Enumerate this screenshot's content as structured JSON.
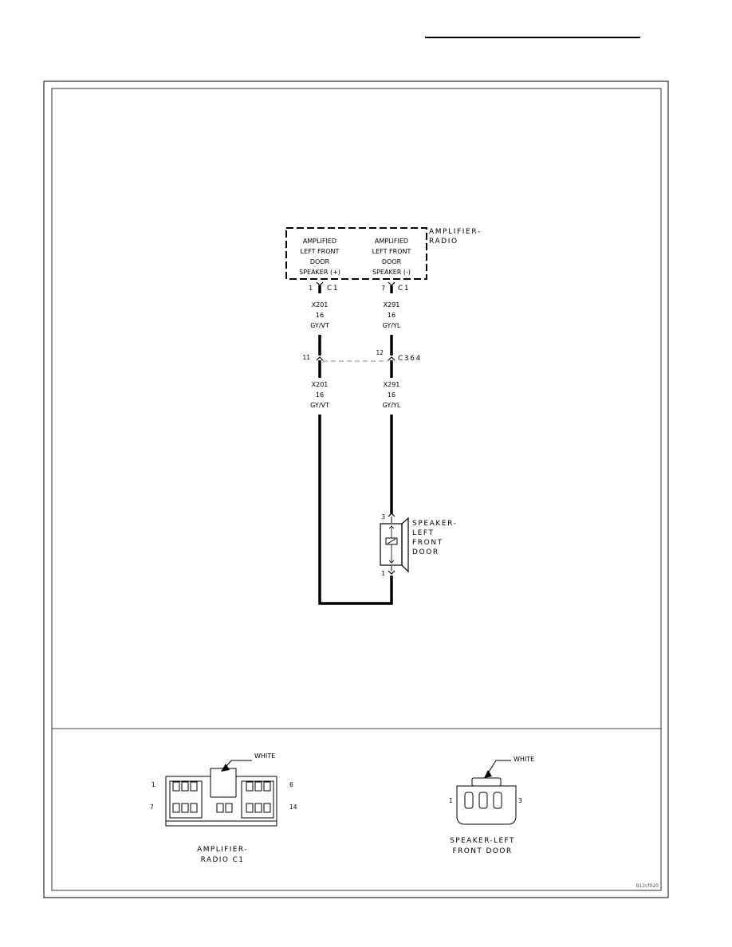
{
  "amplifier": {
    "name_line1": "AMPLIFIER-",
    "name_line2": "RADIO",
    "terminal_left": [
      "AMPLIFIED",
      "LEFT FRONT",
      "DOOR",
      "SPEAKER (+)"
    ],
    "terminal_right": [
      "AMPLIFIED",
      "LEFT FRONT",
      "DOOR",
      "SPEAKER (-)"
    ],
    "pin_left": "1",
    "pin_right": "7",
    "connector": "C1"
  },
  "wires": {
    "left_upper": {
      "circuit": "X201",
      "gauge": "16",
      "color": "GY/VT"
    },
    "right_upper": {
      "circuit": "X291",
      "gauge": "16",
      "color": "GY/YL"
    },
    "left_lower": {
      "circuit": "X201",
      "gauge": "16",
      "color": "GY/VT"
    },
    "right_lower": {
      "circuit": "X291",
      "gauge": "16",
      "color": "GY/YL"
    }
  },
  "inline_connector": {
    "name": "C364",
    "pin_left": "11",
    "pin_right": "12"
  },
  "speaker": {
    "name": [
      "SPEAKER-",
      "LEFT",
      "FRONT",
      "DOOR"
    ],
    "pin_top": "3",
    "pin_bottom": "1"
  },
  "views": {
    "amp_c1": {
      "caption_line1": "AMPLIFIER-",
      "caption_line2": "RADIO C1",
      "color_label": "WHITE",
      "pin_top_left": "1",
      "pin_top_right": "6",
      "pin_bottom_left": "7",
      "pin_bottom_right": "14"
    },
    "speaker_conn": {
      "caption_line1": "SPEAKER-LEFT",
      "caption_line2": "FRONT DOOR",
      "color_label": "WHITE",
      "pin_left": "1",
      "pin_right": "3"
    }
  },
  "figure_code": "812cf020"
}
